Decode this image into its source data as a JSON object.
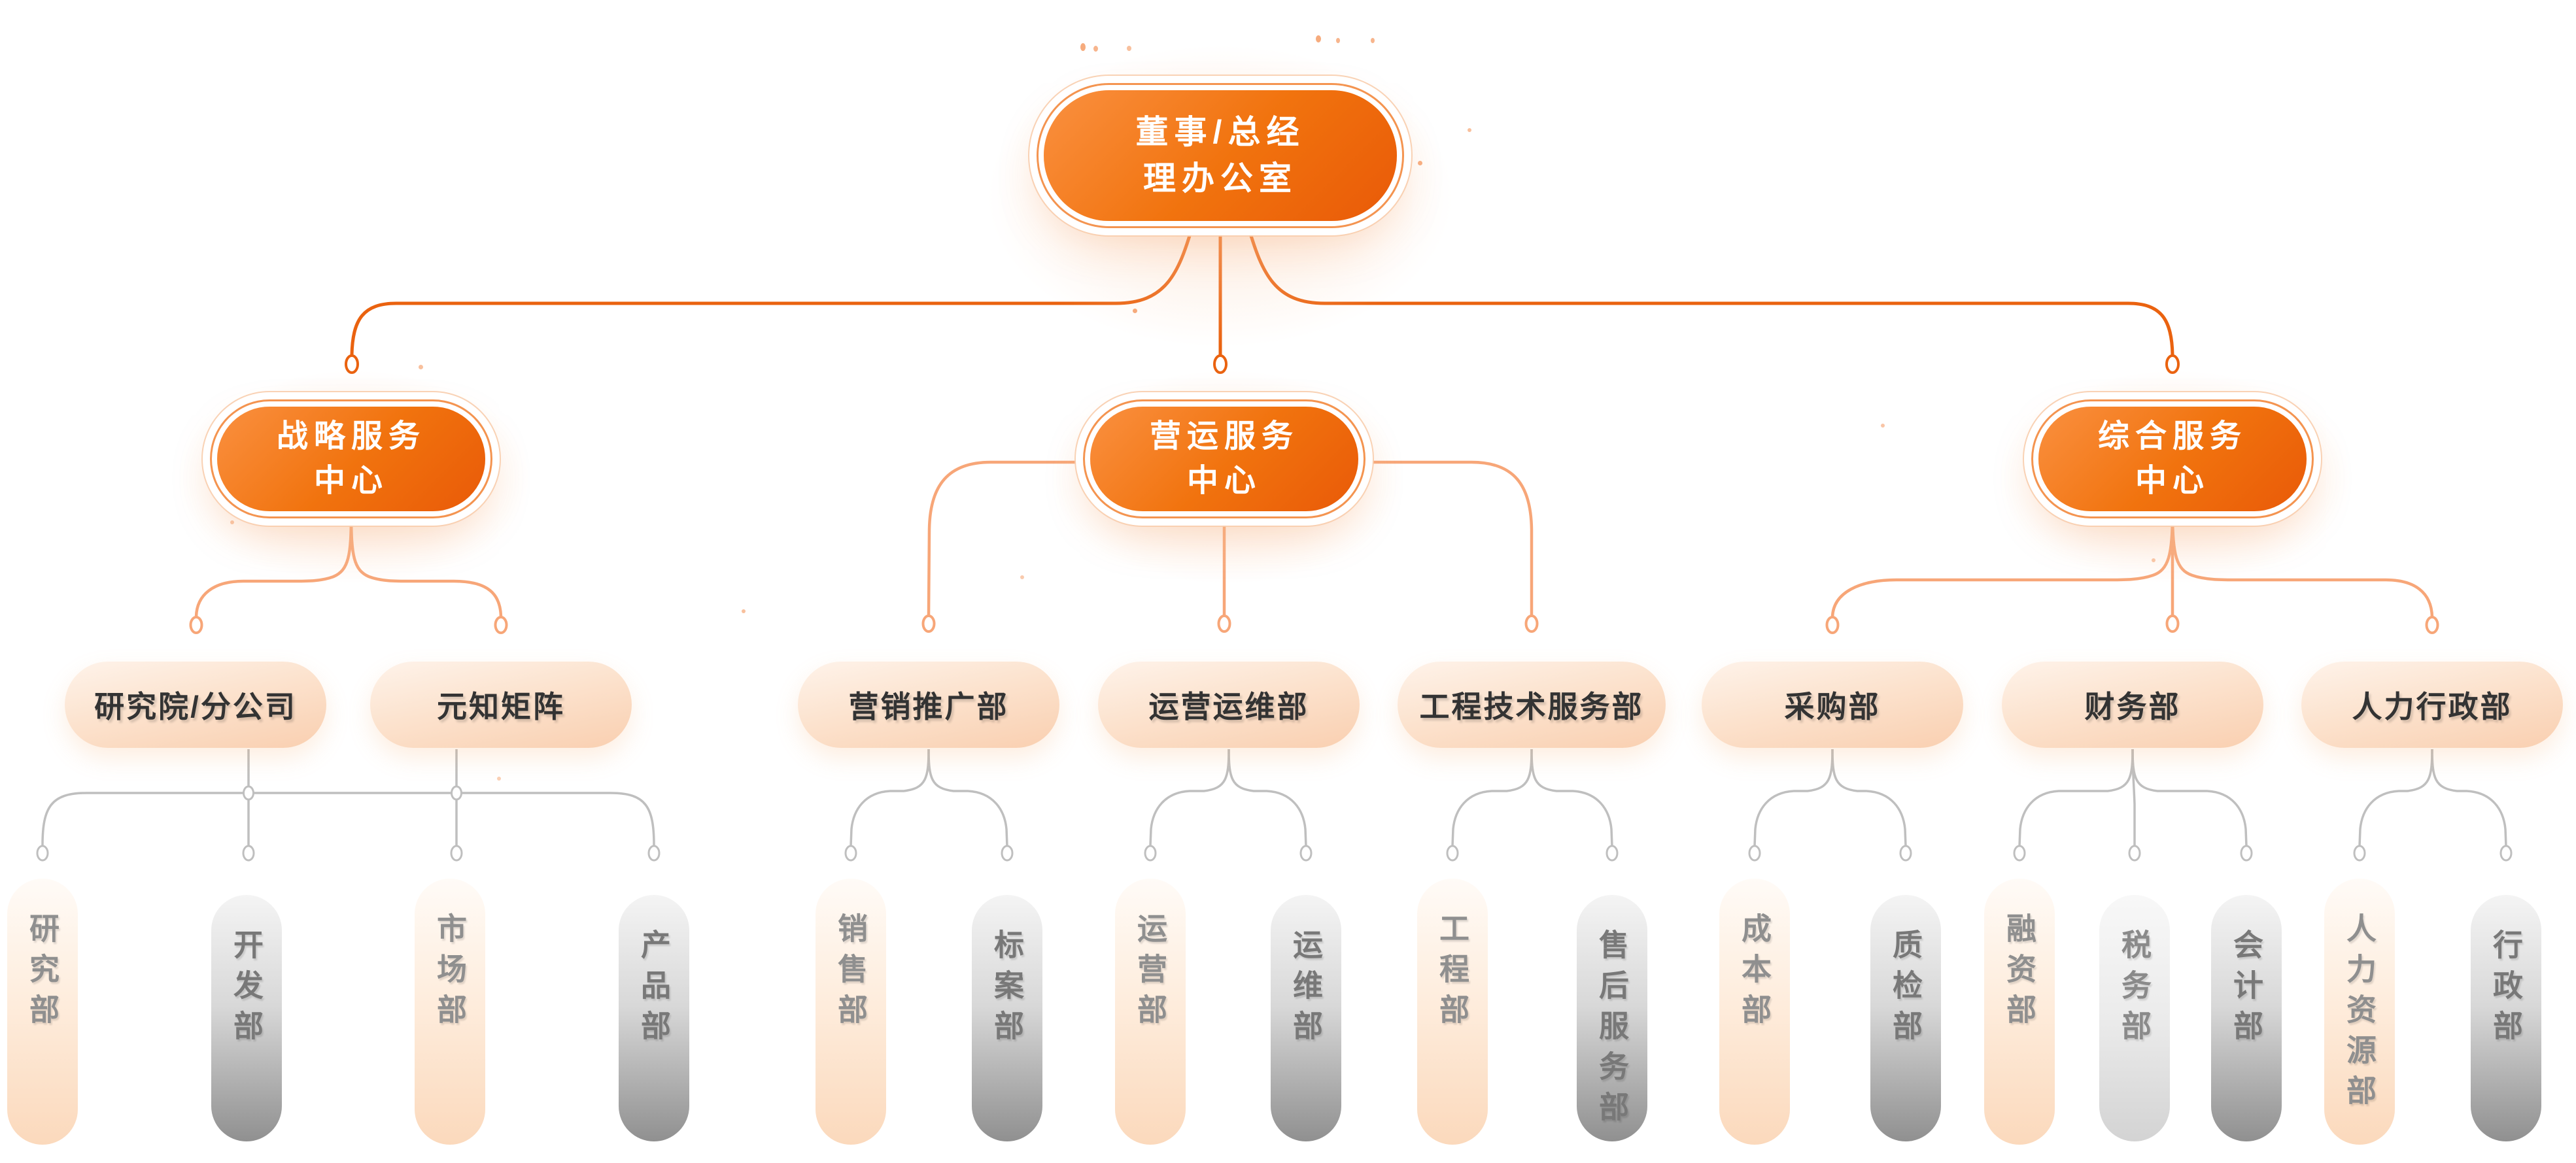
{
  "colors": {
    "primary_orange": "#F0700F",
    "connector_strong": "#EA620F",
    "connector_light": "#F7A678",
    "connector_gray": "#BFBFBF",
    "peach_fill": "#FAD2B4",
    "gray_fill": "#909090"
  },
  "org": {
    "root": {
      "label": "董事/总经理办公室"
    },
    "centers": [
      {
        "label": "战略服务中心",
        "children": [
          {
            "label": "研究院/分公司",
            "children": [
              {
                "label": "研究部",
                "style": "peach"
              },
              {
                "label": "开发部",
                "style": "gray"
              }
            ]
          },
          {
            "label": "元知矩阵",
            "children": [
              {
                "label": "市场部",
                "style": "peach"
              },
              {
                "label": "产品部",
                "style": "gray"
              }
            ]
          }
        ]
      },
      {
        "label": "营运服务中心",
        "children": [
          {
            "label": "营销推广部",
            "children": [
              {
                "label": "销售部",
                "style": "peach"
              },
              {
                "label": "标案部",
                "style": "gray"
              }
            ]
          },
          {
            "label": "运营运维部",
            "children": [
              {
                "label": "运营部",
                "style": "peach"
              },
              {
                "label": "运维部",
                "style": "gray"
              }
            ]
          },
          {
            "label": "工程技术服务部",
            "children": [
              {
                "label": "工程部",
                "style": "peach"
              },
              {
                "label": "售后服务部",
                "style": "gray"
              }
            ]
          }
        ]
      },
      {
        "label": "综合服务中心",
        "children": [
          {
            "label": "采购部",
            "children": [
              {
                "label": "成本部",
                "style": "peach"
              },
              {
                "label": "质检部",
                "style": "gray"
              }
            ]
          },
          {
            "label": "财务部",
            "children": [
              {
                "label": "融资部",
                "style": "peach"
              },
              {
                "label": "税务部",
                "style": "silver"
              },
              {
                "label": "会计部",
                "style": "gray"
              }
            ]
          },
          {
            "label": "人力行政部",
            "children": [
              {
                "label": "人力资源部",
                "style": "peach"
              },
              {
                "label": "行政部",
                "style": "gray"
              }
            ]
          }
        ]
      }
    ]
  }
}
